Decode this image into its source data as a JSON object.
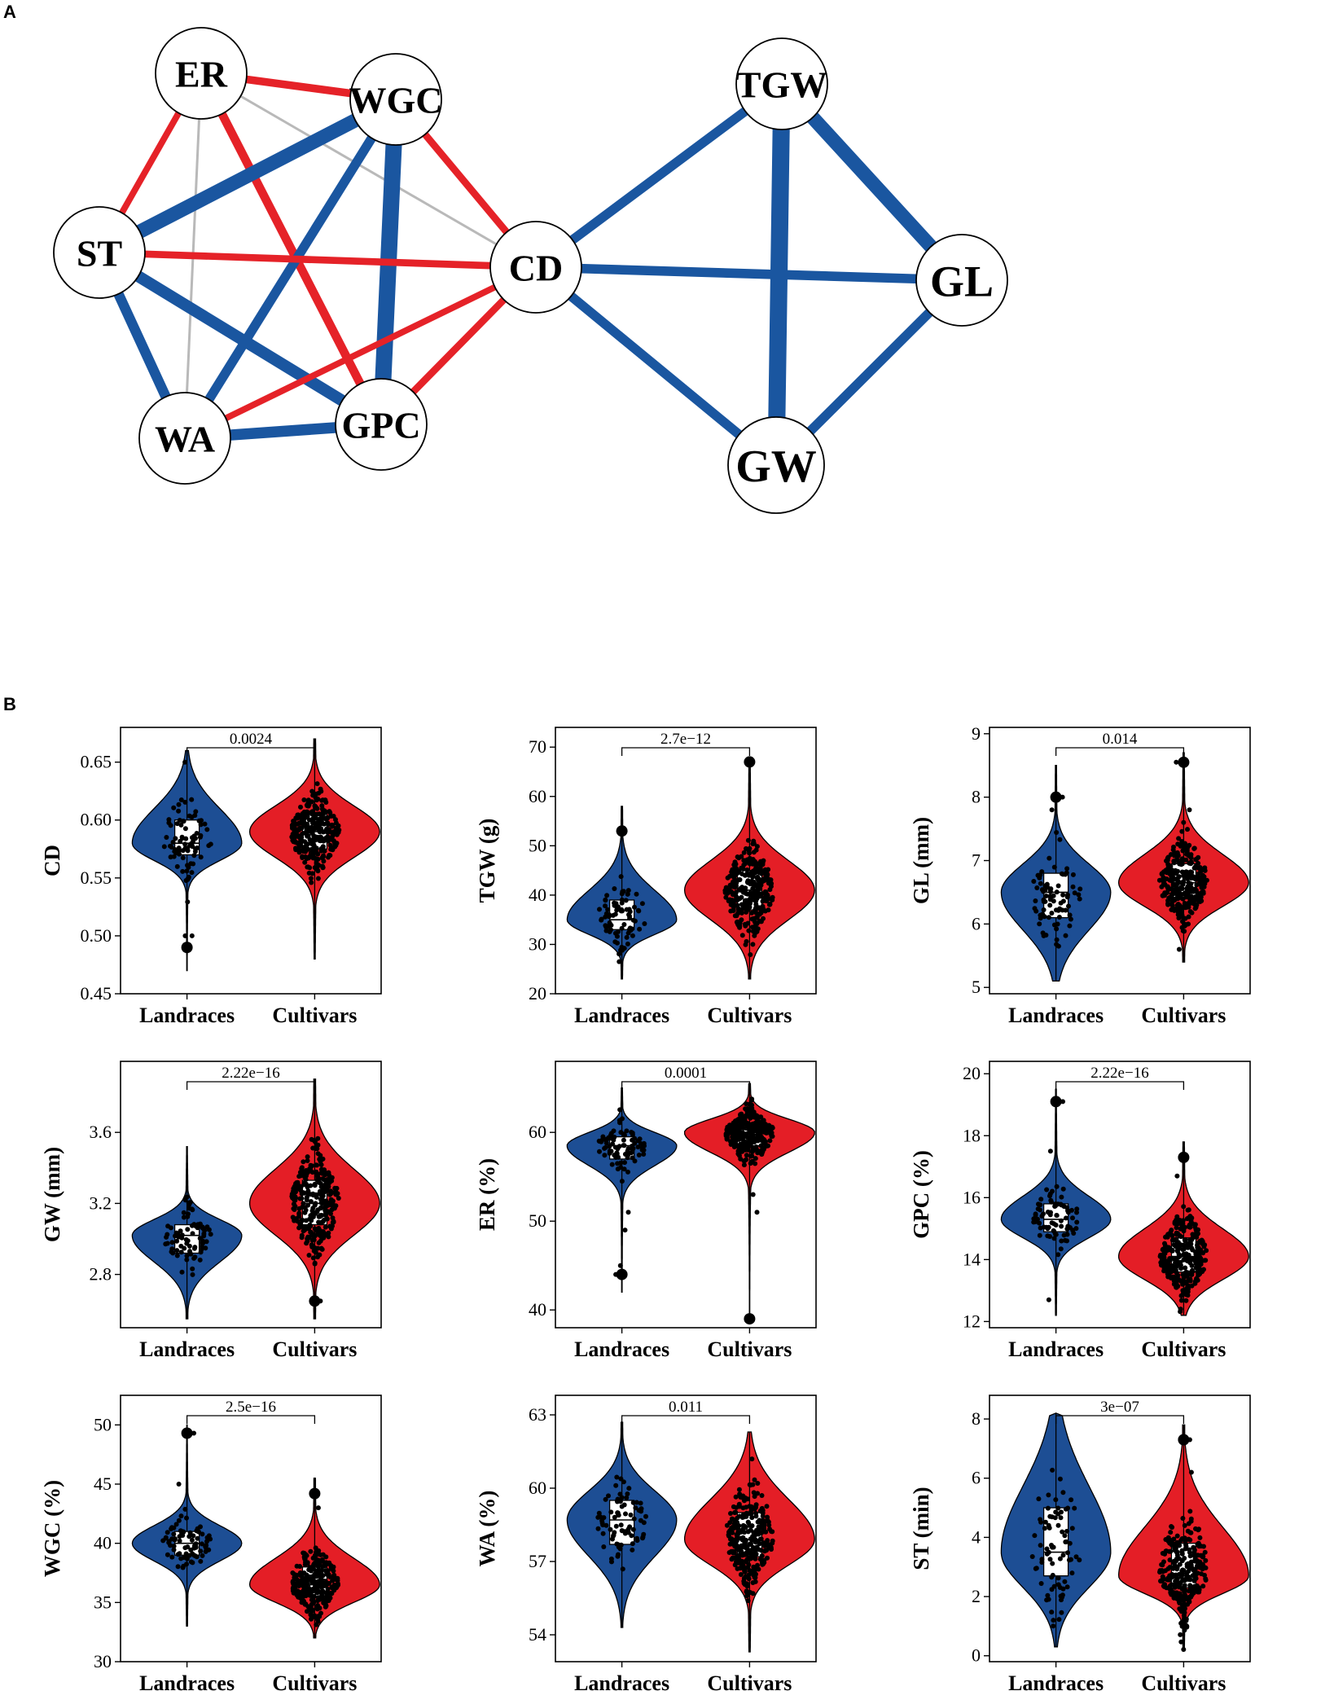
{
  "panel_labels": [
    "A",
    "B"
  ],
  "colors": {
    "landraces": "#1d4e94",
    "cultivars": "#e41e26",
    "positive_edge": "#1a56a0",
    "negative_edge": "#e52228",
    "nonsig_edge": "#b9b9b9"
  },
  "chart_data": [
    {
      "type": "network",
      "nodes": [
        {
          "id": "ER",
          "label": "ER"
        },
        {
          "id": "WGC",
          "label": "WGC"
        },
        {
          "id": "ST",
          "label": "ST"
        },
        {
          "id": "CD",
          "label": "CD"
        },
        {
          "id": "WA",
          "label": "WA"
        },
        {
          "id": "GPC",
          "label": "GPC"
        },
        {
          "id": "TGW",
          "label": "TGW"
        },
        {
          "id": "GL",
          "label": "GL"
        },
        {
          "id": "GW",
          "label": "GW"
        }
      ],
      "edges": [
        {
          "source": "ER",
          "target": "WGC",
          "sign": "negative",
          "strength": 0.35
        },
        {
          "source": "ER",
          "target": "ST",
          "sign": "negative",
          "strength": 0.25
        },
        {
          "source": "ER",
          "target": "GPC",
          "sign": "negative",
          "strength": 0.4
        },
        {
          "source": "ER",
          "target": "WA",
          "sign": "none",
          "strength": 0.1
        },
        {
          "source": "ER",
          "target": "CD",
          "sign": "none",
          "strength": 0.1
        },
        {
          "source": "WGC",
          "target": "ST",
          "sign": "positive",
          "strength": 0.75
        },
        {
          "source": "WGC",
          "target": "GPC",
          "sign": "positive",
          "strength": 0.9
        },
        {
          "source": "WGC",
          "target": "WA",
          "sign": "positive",
          "strength": 0.45
        },
        {
          "source": "WGC",
          "target": "CD",
          "sign": "negative",
          "strength": 0.3
        },
        {
          "source": "ST",
          "target": "CD",
          "sign": "negative",
          "strength": 0.3
        },
        {
          "source": "ST",
          "target": "GPC",
          "sign": "positive",
          "strength": 0.6
        },
        {
          "source": "ST",
          "target": "WA",
          "sign": "positive",
          "strength": 0.5
        },
        {
          "source": "WA",
          "target": "GPC",
          "sign": "positive",
          "strength": 0.55
        },
        {
          "source": "WA",
          "target": "CD",
          "sign": "negative",
          "strength": 0.25
        },
        {
          "source": "GPC",
          "target": "CD",
          "sign": "negative",
          "strength": 0.3
        },
        {
          "source": "CD",
          "target": "TGW",
          "sign": "positive",
          "strength": 0.45
        },
        {
          "source": "CD",
          "target": "GL",
          "sign": "positive",
          "strength": 0.45
        },
        {
          "source": "CD",
          "target": "GW",
          "sign": "positive",
          "strength": 0.45
        },
        {
          "source": "TGW",
          "target": "GW",
          "sign": "positive",
          "strength": 0.95
        },
        {
          "source": "TGW",
          "target": "GL",
          "sign": "positive",
          "strength": 0.75
        },
        {
          "source": "GL",
          "target": "GW",
          "sign": "positive",
          "strength": 0.45
        }
      ]
    },
    {
      "type": "violin",
      "ylabel": "CD",
      "categories": [
        "Landraces",
        "Cultivars"
      ],
      "ylim": [
        0.45,
        0.68
      ],
      "yticks": [
        0.45,
        0.5,
        0.55,
        0.6,
        0.65
      ],
      "ytick_labels": [
        "0.45",
        "0.50",
        "0.55",
        "0.60",
        "0.65"
      ],
      "pvalue": "0.0024",
      "groups": [
        {
          "name": "Landraces",
          "min": 0.47,
          "q1": 0.57,
          "median": 0.58,
          "q3": 0.6,
          "max": 0.66,
          "n": 80,
          "outliers": [
            0.49,
            0.5,
            0.5,
            0.65
          ]
        },
        {
          "name": "Cultivars",
          "min": 0.48,
          "q1": 0.575,
          "median": 0.59,
          "q3": 0.605,
          "max": 0.67,
          "n": 300,
          "outliers": []
        }
      ]
    },
    {
      "type": "violin",
      "ylabel": "TGW (g)",
      "categories": [
        "Landraces",
        "Cultivars"
      ],
      "ylim": [
        20,
        74
      ],
      "yticks": [
        20,
        30,
        40,
        50,
        60,
        70
      ],
      "ytick_labels": [
        "20",
        "30",
        "40",
        "50",
        "60",
        "70"
      ],
      "pvalue": "2.7e−12",
      "groups": [
        {
          "name": "Landraces",
          "min": 23,
          "q1": 33,
          "median": 35,
          "q3": 39,
          "max": 58,
          "n": 80,
          "outliers": [
            53
          ]
        },
        {
          "name": "Cultivars",
          "min": 23,
          "q1": 37,
          "median": 41,
          "q3": 45,
          "max": 68,
          "n": 300,
          "outliers": [
            67
          ]
        }
      ]
    },
    {
      "type": "violin",
      "ylabel": "GL (mm)",
      "categories": [
        "Landraces",
        "Cultivars"
      ],
      "ylim": [
        4.9,
        9.1
      ],
      "yticks": [
        5,
        6,
        7,
        8,
        9
      ],
      "ytick_labels": [
        "5",
        "6",
        "7",
        "8",
        "9"
      ],
      "pvalue": "0.014",
      "groups": [
        {
          "name": "Landraces",
          "min": 5.1,
          "q1": 6.1,
          "median": 6.5,
          "q3": 6.8,
          "max": 8.5,
          "n": 80,
          "outliers": [
            7.8,
            8.0
          ]
        },
        {
          "name": "Cultivars",
          "min": 5.4,
          "q1": 6.4,
          "median": 6.65,
          "q3": 6.95,
          "max": 8.7,
          "n": 300,
          "outliers": [
            5.6,
            7.6,
            7.8,
            8.55
          ]
        }
      ]
    },
    {
      "type": "violin",
      "ylabel": "GW (mm)",
      "categories": [
        "Landraces",
        "Cultivars"
      ],
      "ylim": [
        2.5,
        4.0
      ],
      "yticks": [
        2.8,
        3.2,
        3.6
      ],
      "ytick_labels": [
        "2.8",
        "3.2",
        "3.6"
      ],
      "pvalue": "2.22e−16",
      "groups": [
        {
          "name": "Landraces",
          "min": 2.55,
          "q1": 2.92,
          "median": 3.02,
          "q3": 3.08,
          "max": 3.52,
          "n": 80,
          "outliers": []
        },
        {
          "name": "Cultivars",
          "min": 2.55,
          "q1": 3.08,
          "median": 3.2,
          "q3": 3.33,
          "max": 3.9,
          "n": 300,
          "outliers": [
            2.65
          ]
        }
      ]
    },
    {
      "type": "violin",
      "ylabel": "ER (%)",
      "categories": [
        "Landraces",
        "Cultivars"
      ],
      "ylim": [
        38,
        68
      ],
      "yticks": [
        40,
        50,
        60
      ],
      "ytick_labels": [
        "40",
        "50",
        "60"
      ],
      "pvalue": "0.0001",
      "groups": [
        {
          "name": "Landraces",
          "min": 42,
          "q1": 57,
          "median": 58.5,
          "q3": 59.5,
          "max": 65,
          "n": 80,
          "outliers": [
            44,
            45,
            49,
            51
          ]
        },
        {
          "name": "Cultivars",
          "min": 38.5,
          "q1": 58.5,
          "median": 60,
          "q3": 61,
          "max": 65.5,
          "n": 300,
          "outliers": [
            39,
            51,
            53
          ]
        }
      ]
    },
    {
      "type": "violin",
      "ylabel": "GPC (%)",
      "categories": [
        "Landraces",
        "Cultivars"
      ],
      "ylim": [
        11.8,
        20.4
      ],
      "yticks": [
        12,
        14,
        16,
        18,
        20
      ],
      "ytick_labels": [
        "12",
        "14",
        "16",
        "18",
        "20"
      ],
      "pvalue": "2.22e−16",
      "groups": [
        {
          "name": "Landraces",
          "min": 12.2,
          "q1": 14.9,
          "median": 15.3,
          "q3": 15.8,
          "max": 19.5,
          "n": 80,
          "outliers": [
            12.7,
            17.5,
            19.1
          ]
        },
        {
          "name": "Cultivars",
          "min": 12.2,
          "q1": 13.6,
          "median": 14.1,
          "q3": 14.7,
          "max": 17.8,
          "n": 300,
          "outliers": [
            16.7,
            17.3
          ]
        }
      ]
    },
    {
      "type": "violin",
      "ylabel": "WGC (%)",
      "categories": [
        "Landraces",
        "Cultivars"
      ],
      "ylim": [
        30,
        52.5
      ],
      "yticks": [
        30,
        35,
        40,
        45,
        50
      ],
      "ytick_labels": [
        "30",
        "35",
        "40",
        "45",
        "50"
      ],
      "pvalue": "2.5e−16",
      "groups": [
        {
          "name": "Landraces",
          "min": 33,
          "q1": 39,
          "median": 40,
          "q3": 41,
          "max": 50,
          "n": 80,
          "outliers": [
            45,
            49.3
          ]
        },
        {
          "name": "Cultivars",
          "min": 32,
          "q1": 35.5,
          "median": 36.5,
          "q3": 38,
          "max": 45.5,
          "n": 300,
          "outliers": [
            43,
            44.2
          ]
        }
      ]
    },
    {
      "type": "violin",
      "ylabel": "WA (%)",
      "categories": [
        "Landraces",
        "Cultivars"
      ],
      "ylim": [
        52.9,
        63.8
      ],
      "yticks": [
        54,
        57,
        60,
        63
      ],
      "ytick_labels": [
        "54",
        "57",
        "60",
        "63"
      ],
      "pvalue": "0.011",
      "groups": [
        {
          "name": "Landraces",
          "min": 54.3,
          "q1": 57.7,
          "median": 58.7,
          "q3": 59.5,
          "max": 62.7,
          "n": 80,
          "outliers": []
        },
        {
          "name": "Cultivars",
          "min": 53.3,
          "q1": 57.2,
          "median": 57.9,
          "q3": 59,
          "max": 62.3,
          "n": 300,
          "outliers": []
        }
      ]
    },
    {
      "type": "violin",
      "ylabel": "ST (min)",
      "categories": [
        "Landraces",
        "Cultivars"
      ],
      "ylim": [
        -0.2,
        8.8
      ],
      "yticks": [
        0,
        2,
        4,
        6,
        8
      ],
      "ytick_labels": [
        "0",
        "2",
        "4",
        "6",
        "8"
      ],
      "pvalue": "3e−07",
      "groups": [
        {
          "name": "Landraces",
          "min": 0.3,
          "q1": 2.7,
          "median": 3.5,
          "q3": 5,
          "max": 8.2,
          "n": 80,
          "outliers": []
        },
        {
          "name": "Cultivars",
          "min": 0.2,
          "q1": 2.3,
          "median": 2.7,
          "q3": 3.8,
          "max": 7.8,
          "n": 300,
          "outliers": [
            6.2,
            7.3
          ]
        }
      ]
    }
  ]
}
